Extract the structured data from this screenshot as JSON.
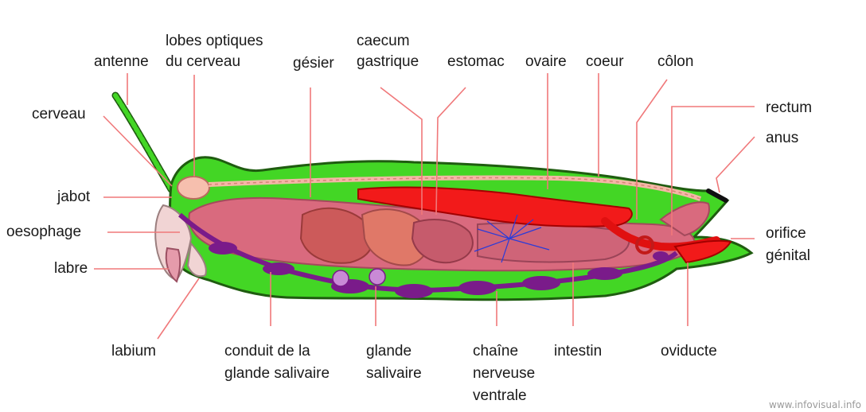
{
  "labels": {
    "antenne": "antenne",
    "lobes_1": "lobes optiques",
    "lobes_2": "du cerveau",
    "gesier": "gésier",
    "caecum_1": "caecum",
    "caecum_2": "gastrique",
    "estomac": "estomac",
    "ovaire": "ovaire",
    "coeur": "coeur",
    "colon": "côlon",
    "cerveau": "cerveau",
    "rectum": "rectum",
    "anus": "anus",
    "jabot": "jabot",
    "oesophage": "oesophage",
    "labre": "labre",
    "orifice_1": "orifice",
    "orifice_2": "génital",
    "labium": "labium",
    "conduit_1": "conduit de la",
    "conduit_2": "glande salivaire",
    "glande_1": "glande",
    "glande_2": "salivaire",
    "chaine_1": "chaîne",
    "chaine_2": "nerveuse",
    "chaine_3": "ventrale",
    "intestin": "intestin",
    "oviducte": "oviducte"
  },
  "credit": "www.infovisual.info",
  "colors": {
    "body_green": "#43d625",
    "body_outline": "#1f5c10",
    "gut_pink": "#d96a7e",
    "gut_dark": "#b84a60",
    "ovary_red": "#f21a1a",
    "nerve_purple": "#7a1b8a",
    "leader_line": "#f0787a"
  }
}
